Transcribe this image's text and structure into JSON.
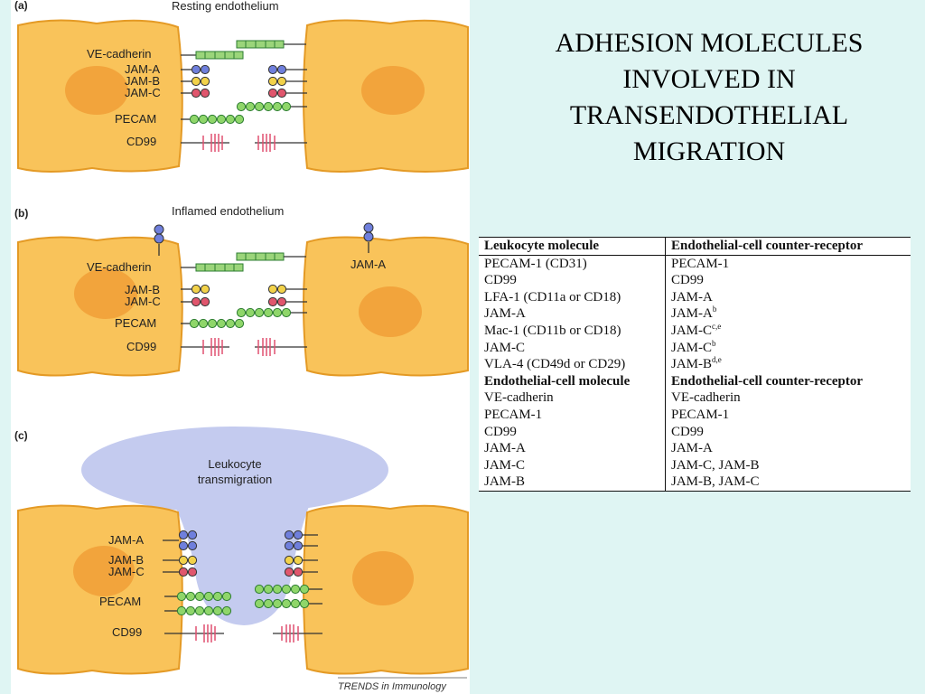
{
  "slide": {
    "title_lines": [
      "ADHESION MOLECULES",
      "INVOLVED IN",
      "TRANSENDOTHELIAL",
      "MIGRATION"
    ]
  },
  "figure": {
    "panel_a": {
      "letter": "(a)",
      "title": "Resting endothelium",
      "labels": [
        "VE-cadherin",
        "JAM-A",
        "JAM-B",
        "JAM-C",
        "PECAM",
        "CD99"
      ]
    },
    "panel_b": {
      "letter": "(b)",
      "title": "Inflamed endothelium",
      "labels": [
        "VE-cadherin",
        "JAM-B",
        "JAM-C",
        "PECAM",
        "CD99"
      ],
      "right_label": "JAM-A"
    },
    "panel_c": {
      "letter": "(c)",
      "leukocyte_lines": [
        "Leukocyte",
        "transmigration"
      ],
      "labels": [
        "JAM-A",
        "JAM-B",
        "JAM-C",
        "PECAM",
        "CD99"
      ]
    },
    "source": "TRENDS in Immunology",
    "colors": {
      "cell": "#f9c35a",
      "nucleus": "#f2a43c",
      "jam_a": "#6f7fdc",
      "jam_b": "#f2d24a",
      "jam_c": "#e0566d",
      "pecam": "#8fd66a",
      "leukocyte": "#c4cbef"
    }
  },
  "table": {
    "header": [
      "Leukocyte molecule",
      "Endothelial-cell counter-receptor"
    ],
    "rows": [
      {
        "left": "PECAM-1 (CD31)",
        "right": "PECAM-1",
        "sup": ""
      },
      {
        "left": "CD99",
        "right": "CD99",
        "sup": ""
      },
      {
        "left": "LFA-1 (CD11a or CD18)",
        "right": "JAM-A",
        "sup": ""
      },
      {
        "left": "JAM-A",
        "right": "JAM-A",
        "sup": "b"
      },
      {
        "left": "Mac-1 (CD11b or CD18)",
        "right": "JAM-C",
        "sup": "c,e"
      },
      {
        "left": "JAM-C",
        "right": "JAM-C",
        "sup": "b"
      },
      {
        "left": "VLA-4 (CD49d or CD29)",
        "right": "JAM-B",
        "sup": "d,e"
      }
    ],
    "subheader": [
      "Endothelial-cell molecule",
      "Endothelial-cell counter-receptor"
    ],
    "rows2": [
      {
        "left": "VE-cadherin",
        "right": "VE-cadherin"
      },
      {
        "left": "PECAM-1",
        "right": "PECAM-1"
      },
      {
        "left": "CD99",
        "right": "CD99"
      },
      {
        "left": "JAM-A",
        "right": "JAM-A"
      },
      {
        "left": "JAM-C",
        "right": "JAM-C, JAM-B"
      },
      {
        "left": "JAM-B",
        "right": "JAM-B, JAM-C"
      }
    ]
  }
}
